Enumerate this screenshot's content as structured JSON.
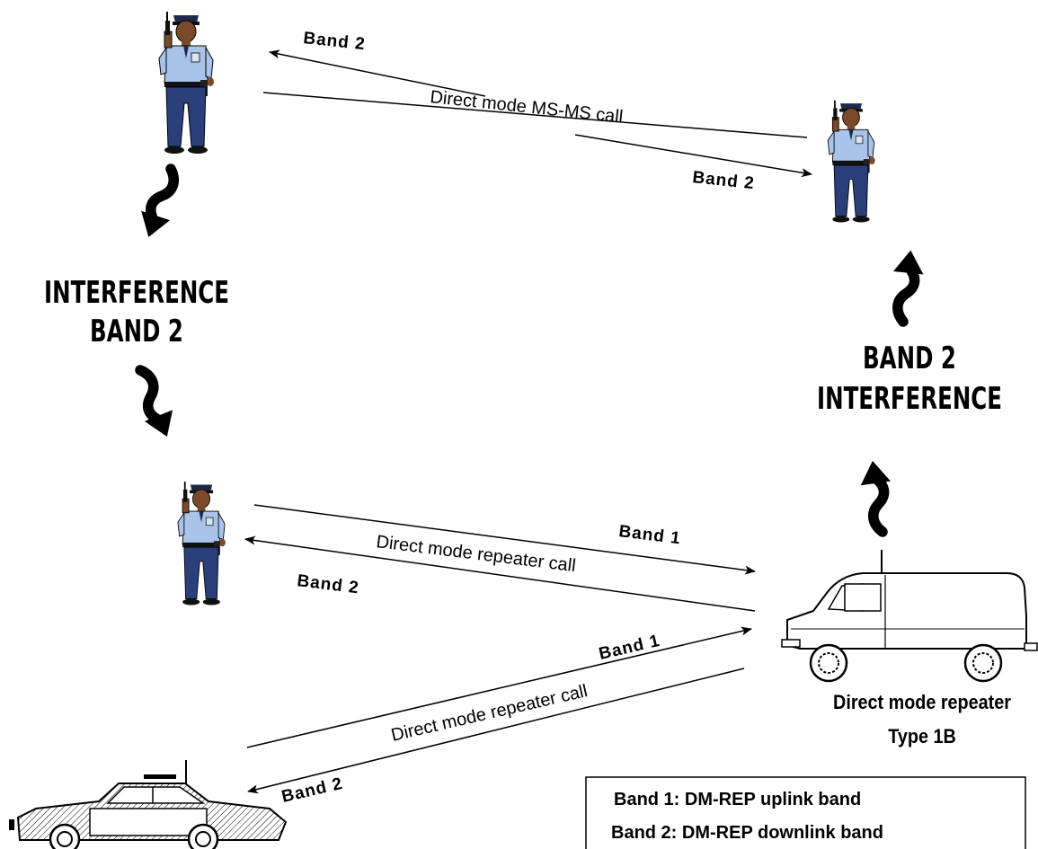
{
  "labels": {
    "band1": "Band 1",
    "band2": "Band 2",
    "ms_ms_call": "Direct mode MS-MS call",
    "repeater_call": "Direct mode repeater call",
    "interference_left_line1": "INTERFERENCE",
    "interference_left_line2": "BAND 2",
    "interference_right_line1": "BAND 2",
    "interference_right_line2": "INTERFERENCE",
    "repeater_line1": "Direct mode repeater",
    "repeater_line2": "Type 1B"
  },
  "legend": {
    "line1": "Band 1: DM-REP uplink band",
    "line2": "Band 2: DM-REP downlink band"
  },
  "icons": [
    "police-officer-icon",
    "van-icon",
    "police-car-icon",
    "curved-arrow-icon"
  ]
}
